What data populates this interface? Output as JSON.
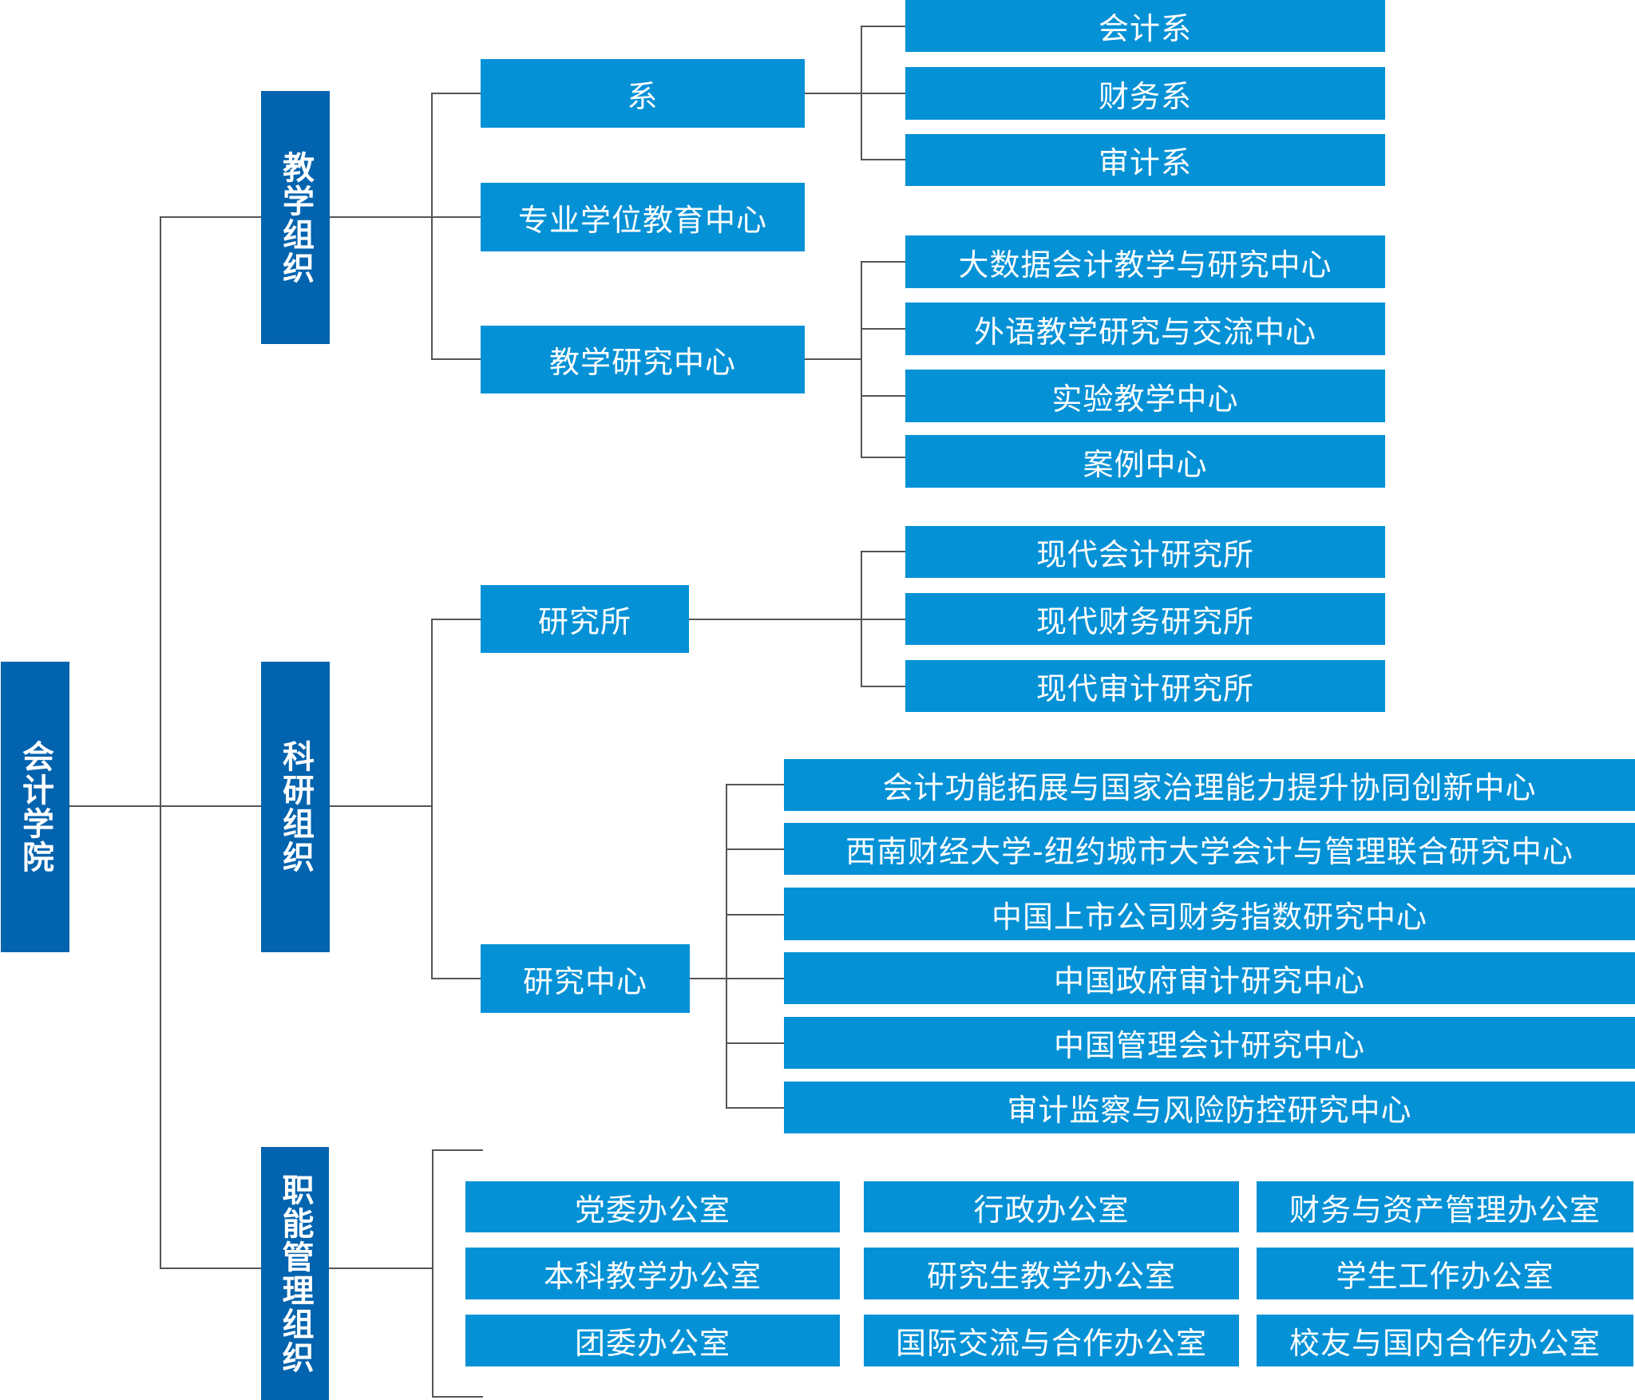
{
  "colors": {
    "level0_1": "#0263ae",
    "level2_3": "#0591d6",
    "connector": "#555555"
  },
  "root": "会计学院",
  "teaching": {
    "label": "教学组织",
    "departments": {
      "label": "系",
      "children": [
        "会计系",
        "财务系",
        "审计系"
      ]
    },
    "professional": {
      "label": "专业学位教育中心"
    },
    "teaching_research": {
      "label": "教学研究中心",
      "children": [
        "大数据会计教学与研究中心",
        "外语教学研究与交流中心",
        "实验教学中心",
        "案例中心"
      ]
    }
  },
  "research": {
    "label": "科研组织",
    "institutes": {
      "label": "研究所",
      "children": [
        "现代会计研究所",
        "现代财务研究所",
        "现代审计研究所"
      ]
    },
    "centers": {
      "label": "研究中心",
      "children": [
        "会计功能拓展与国家治理能力提升协同创新中心",
        "西南财经大学-纽约城市大学会计与管理联合研究中心",
        "中国上市公司财务指数研究中心",
        "中国政府审计研究中心",
        "中国管理会计研究中心",
        "审计监察与风险防控研究中心"
      ]
    }
  },
  "admin": {
    "label": "职能管理组织",
    "offices": [
      "党委办公室",
      "行政办公室",
      "财务与资产管理办公室",
      "本科教学办公室",
      "研究生教学办公室",
      "学生工作办公室",
      "团委办公室",
      "国际交流与合作办公室",
      "校友与国内合作办公室"
    ]
  }
}
